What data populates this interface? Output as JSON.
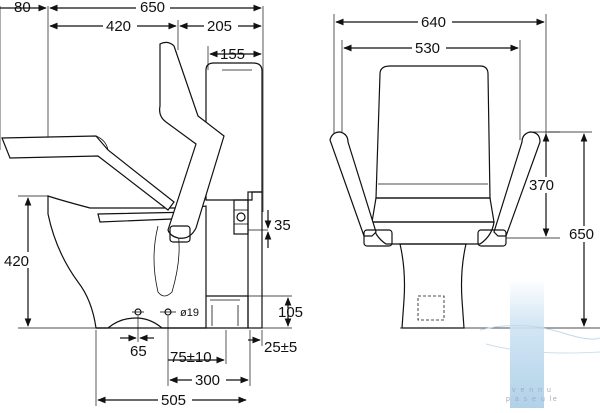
{
  "side_view": {
    "dims": {
      "d80": "80",
      "d650": "650",
      "d420_top": "420",
      "d205": "205",
      "d155": "155",
      "d35": "35",
      "d420_left": "420",
      "d19": "ø19",
      "d105": "105",
      "d65": "65",
      "d75": "75±10",
      "d25": "25±5",
      "d300": "300",
      "d505": "505"
    }
  },
  "front_view": {
    "dims": {
      "d640": "640",
      "d530": "530",
      "d370": "370",
      "d650": "650"
    }
  },
  "watermark": {
    "line1": "v e n n u",
    "line2": "p a s e u le"
  },
  "colors": {
    "line": "#111111",
    "watermark_blue": "#b9d6ec"
  }
}
